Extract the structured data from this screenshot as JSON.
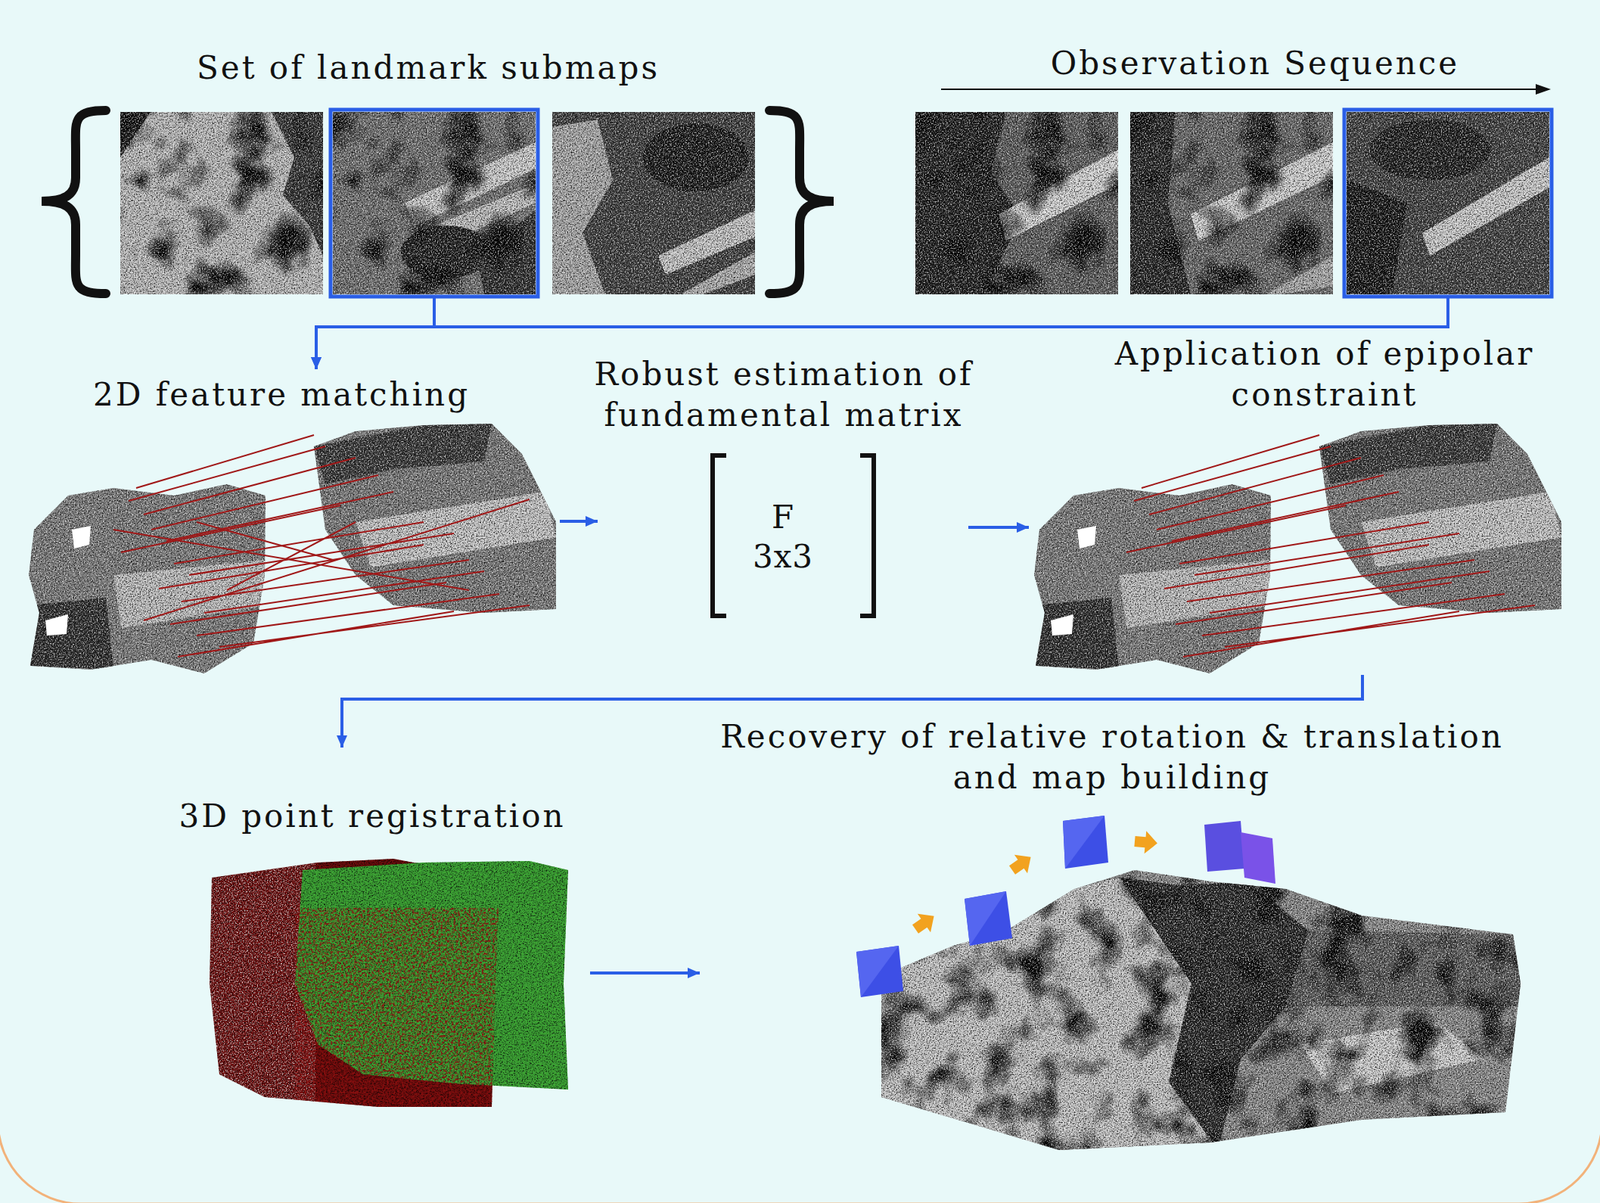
{
  "diagram": {
    "nodes": [
      {
        "text": [
          "Set of landmark submaps"
        ]
      },
      {
        "text": [
          "Observation Sequence"
        ]
      },
      {
        "text": [
          "2D feature matching"
        ]
      },
      {
        "text": [
          "Robust estimation of fundamental matrix",
          "F 3x3"
        ]
      },
      {
        "text": [
          "Application of epipolar constraint"
        ]
      },
      {
        "text": [
          "3D point registration"
        ]
      },
      {
        "text": [
          "Recovery of relative rotation & translation and map building"
        ]
      }
    ],
    "edges": [
      {
        "from": 0,
        "to": 2,
        "arrow": "to"
      },
      {
        "from": 1,
        "to": 2,
        "arrow": "to"
      },
      {
        "from": 2,
        "to": 3,
        "arrow": "to"
      },
      {
        "from": 3,
        "to": 4,
        "arrow": "to"
      },
      {
        "from": 4,
        "to": 5,
        "arrow": "to"
      },
      {
        "from": 5,
        "to": 6,
        "arrow": "to"
      }
    ]
  }
}
